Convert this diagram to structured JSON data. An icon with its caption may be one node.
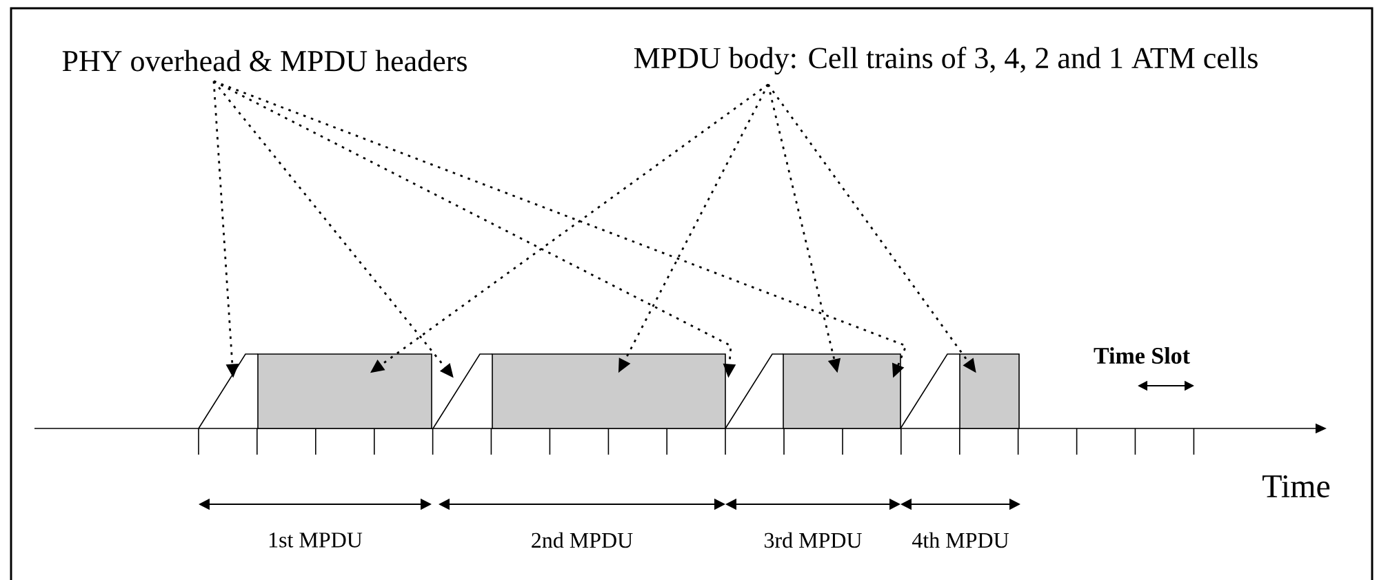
{
  "diagram": {
    "nodes": [
      {
        "text": [
          "PHY overhead & MPDU headers"
        ]
      },
      {
        "text": [
          "MPDU body: Cell trains of 3, 4, 2 and 1 ATM cells"
        ]
      },
      {
        "text": [],
        "shape": "trapezoid"
      },
      {
        "text": [],
        "shape": "box"
      },
      {
        "text": [],
        "shape": "trapezoid"
      },
      {
        "text": [],
        "shape": "box"
      },
      {
        "text": [],
        "shape": "trapezoid"
      },
      {
        "text": [],
        "shape": "box"
      },
      {
        "text": [],
        "shape": "trapezoid"
      },
      {
        "text": [],
        "shape": "box"
      }
    ],
    "edges": [
      {
        "from": 0,
        "to": 2,
        "arrow": "to",
        "style": "dashed"
      },
      {
        "from": 0,
        "to": 4,
        "arrow": "to",
        "style": "dashed"
      },
      {
        "from": 0,
        "to": 6,
        "arrow": "to",
        "style": "dashed"
      },
      {
        "from": 0,
        "to": 8,
        "arrow": "to",
        "style": "dashed"
      },
      {
        "from": 1,
        "to": 3,
        "arrow": "to",
        "style": "dashed"
      },
      {
        "from": 1,
        "to": 5,
        "arrow": "to",
        "style": "dashed"
      },
      {
        "from": 1,
        "to": 7,
        "arrow": "to",
        "style": "dashed"
      },
      {
        "from": 1,
        "to": 9,
        "arrow": "to",
        "style": "dashed"
      }
    ],
    "labels": [
      "Time Slot",
      "Time",
      "1st MPDU",
      "2nd MPDU",
      "3rd MPDU",
      "4th MPDU"
    ]
  }
}
